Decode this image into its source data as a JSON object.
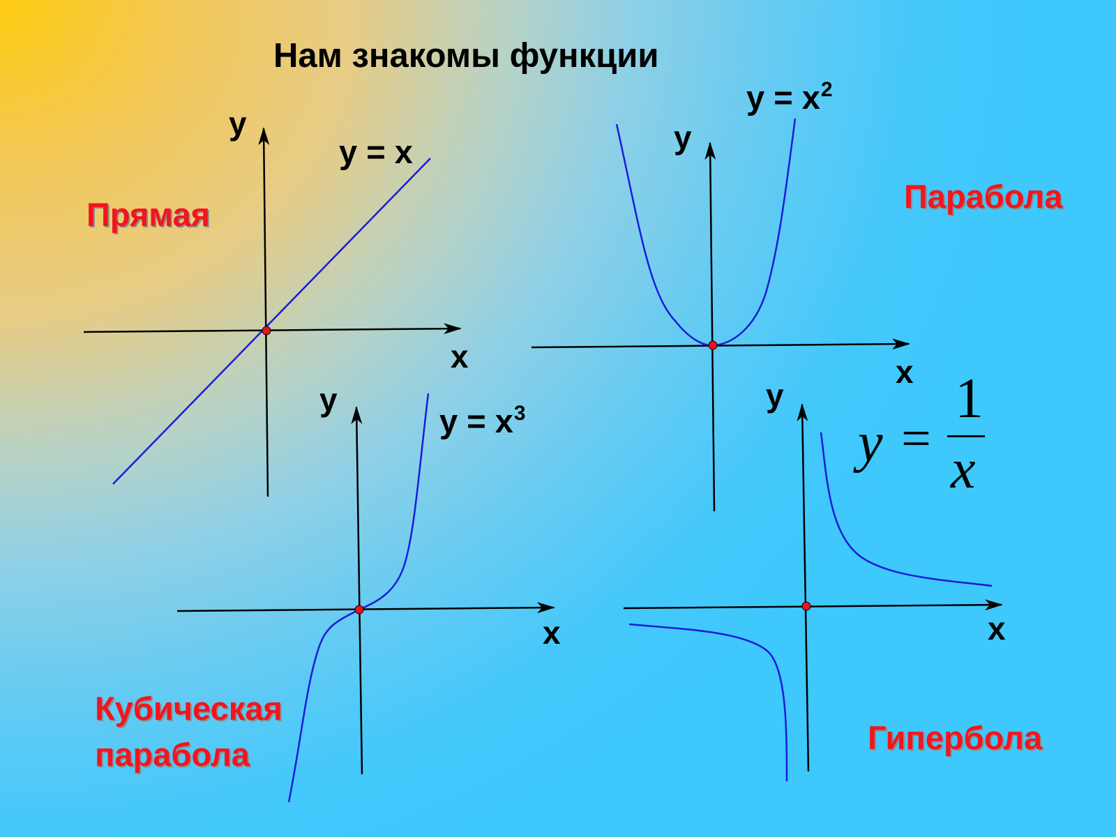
{
  "title": "Нам знакомы функции",
  "colors": {
    "curve": "#1a1adb",
    "origin_dot": "#e8141e",
    "name_text": "#f4141e",
    "axis": "#000000"
  },
  "graphs": {
    "linear": {
      "equation": "y = x",
      "name": "Прямая",
      "x_label": "x",
      "y_label": "y"
    },
    "parabola": {
      "equation_base": "y = x",
      "equation_exp": "2",
      "name": "Парабола",
      "x_label": "x",
      "y_label": "y"
    },
    "cubic": {
      "equation_base": "y = x",
      "equation_exp": "3",
      "name_line1": "Кубическая",
      "name_line2": "парабола",
      "x_label": "x",
      "y_label": "y"
    },
    "hyperbola": {
      "eq_y": "y",
      "eq_sign": "=",
      "eq_num": "1",
      "eq_den": "x",
      "name": "Гипербола",
      "x_label": "x",
      "y_label": "y"
    }
  }
}
